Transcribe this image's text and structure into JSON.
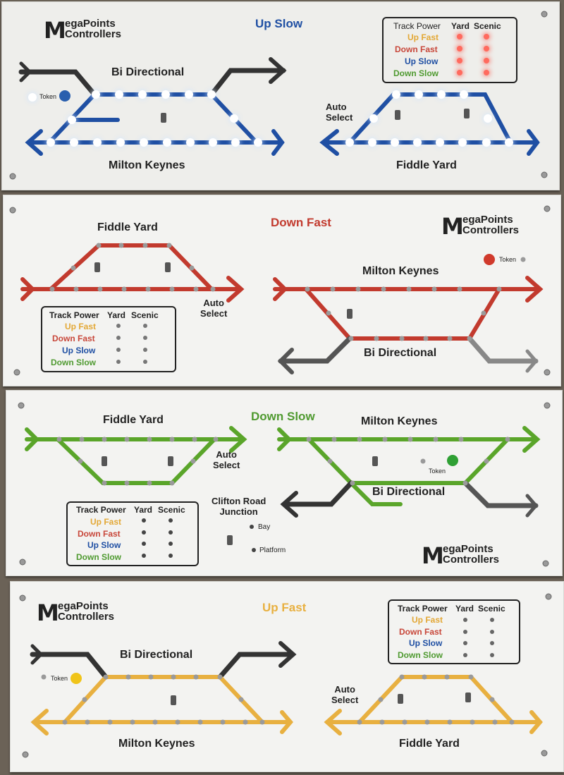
{
  "colors": {
    "up_slow": "#1f4fa3",
    "down_fast": "#c23a2e",
    "down_slow": "#5aa52a",
    "up_fast": "#e8b040",
    "grey_track": "#3a3a3a",
    "led_lit": "#ffffff",
    "led_off": "#9a9a9a"
  },
  "legend": {
    "header_track_power": "Track Power",
    "header_yard": "Yard",
    "header_scenic": "Scenic",
    "up_fast": "Up Fast",
    "down_fast": "Down Fast",
    "up_slow": "Up Slow",
    "down_slow": "Down Slow"
  },
  "panels": {
    "up_slow": {
      "title": "Up Slow",
      "logo_line1": "egaPoints",
      "logo_line2": "Controllers",
      "bi_directional": "Bi Directional",
      "milton_keynes": "Milton Keynes",
      "fiddle_yard": "Fiddle Yard",
      "auto_select": "Auto\nSelect",
      "token": "Token"
    },
    "down_fast": {
      "title": "Down Fast",
      "logo_line1": "egaPoints",
      "logo_line2": "Controllers",
      "fiddle_yard": "Fiddle Yard",
      "milton_keynes": "Milton Keynes",
      "bi_directional": "Bi Directional",
      "auto_select": "Auto\nSelect",
      "token": "Token"
    },
    "down_slow": {
      "title": "Down Slow",
      "logo_line1": "egaPoints",
      "logo_line2": "Controllers",
      "fiddle_yard": "Fiddle Yard",
      "milton_keynes": "Milton Keynes",
      "bi_directional": "Bi Directional",
      "auto_select": "Auto\nSelect",
      "token": "Token",
      "clifton": "Clifton Road\nJunction",
      "bay": "Bay",
      "platform": "Platform"
    },
    "up_fast": {
      "title": "Up Fast",
      "logo_line1": "egaPoints",
      "logo_line2": "Controllers",
      "bi_directional": "Bi Directional",
      "milton_keynes": "Milton Keynes",
      "fiddle_yard": "Fiddle Yard",
      "auto_select": "Auto\nSelect",
      "token": "Token"
    }
  }
}
